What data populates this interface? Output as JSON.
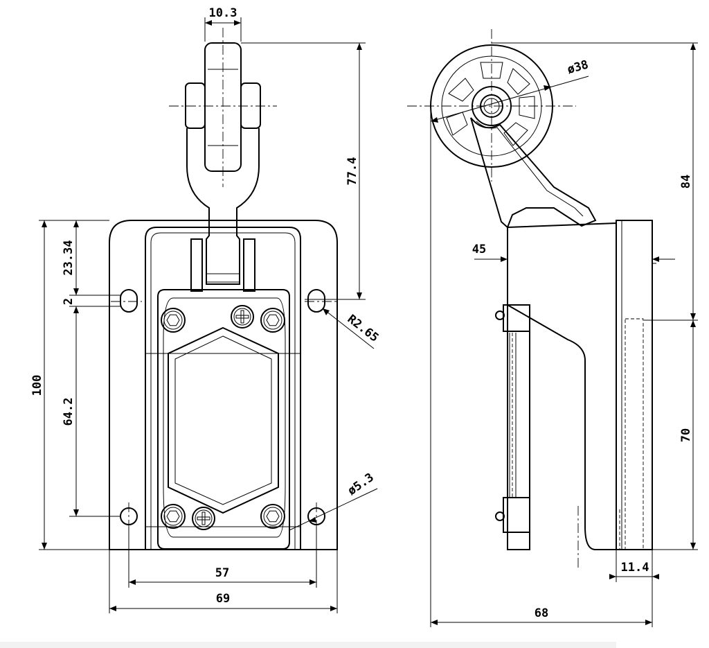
{
  "views": {
    "front": {
      "dimensions": {
        "roller_width": "10.3",
        "arm_height": "77.4",
        "top_to_hole": "23.34",
        "slot_offset": "2",
        "hole_radius": "R2.65",
        "body_height": "100",
        "hole_vertical_pitch": "64.2",
        "hole_diameter": "ø5.3",
        "hole_horizontal_pitch": "57",
        "body_width": "69"
      }
    },
    "side": {
      "dimensions": {
        "roller_diameter": "ø38",
        "arm_angle": "45",
        "total_height": "84",
        "base_height": "70",
        "cover_depth": "11.4",
        "total_depth": "68"
      }
    }
  }
}
